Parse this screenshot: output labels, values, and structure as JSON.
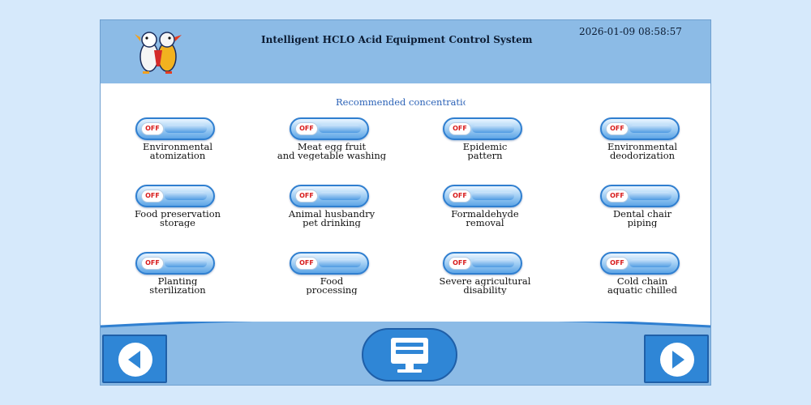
{
  "header": {
    "title": "Intelligent HCLO Acid Equipment Control System",
    "datetime": "2026-01-09 08:58:57",
    "logo_icon": "duck-mascot-logo"
  },
  "section": {
    "label": "Recommended concentration"
  },
  "toggle_state_label": "OFF",
  "modes": [
    {
      "line1": "Environmental",
      "line2": "atomization",
      "state": "OFF"
    },
    {
      "line1": "Meat egg fruit",
      "line2": "and vegetable washing",
      "state": "OFF"
    },
    {
      "line1": "Epidemic",
      "line2": "pattern",
      "state": "OFF"
    },
    {
      "line1": "Environmental",
      "line2": "deodorization",
      "state": "OFF"
    },
    {
      "line1": "Food preservation",
      "line2": "storage",
      "state": "OFF"
    },
    {
      "line1": "Animal husbandry",
      "line2": "pet drinking",
      "state": "OFF"
    },
    {
      "line1": "Formaldehyde",
      "line2": "removal",
      "state": "OFF"
    },
    {
      "line1": "Dental chair",
      "line2": "piping",
      "state": "OFF"
    },
    {
      "line1": "Planting",
      "line2": "sterilization",
      "state": "OFF"
    },
    {
      "line1": "Food",
      "line2": "processing",
      "state": "OFF"
    },
    {
      "line1": "Severe agricultural",
      "line2": "disability",
      "state": "OFF"
    },
    {
      "line1": "Cold chain",
      "line2": "aquatic chilled",
      "state": "OFF"
    }
  ],
  "footer": {
    "back_icon": "left-arrow-icon",
    "home_icon": "monitor-icon",
    "next_icon": "right-arrow-icon"
  },
  "colors": {
    "header_bg": "#8cbbe6",
    "button_blue": "#2f86d6",
    "off_text": "#d81b1b",
    "label_blue": "#2b62b7"
  }
}
